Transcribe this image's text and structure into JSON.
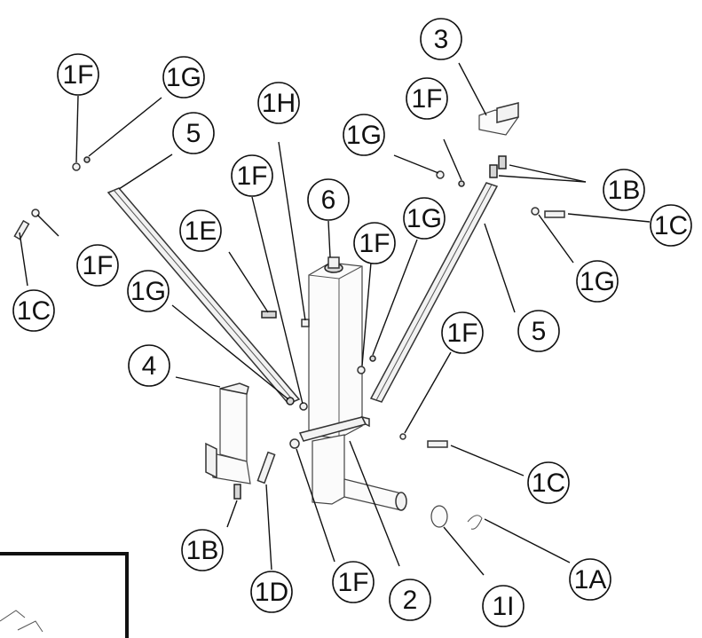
{
  "callouts": [
    {
      "label": "1F"
    },
    {
      "label": "1G"
    },
    {
      "label": "5"
    },
    {
      "label": "1H"
    },
    {
      "label": "1F"
    },
    {
      "label": "6"
    },
    {
      "label": "3"
    },
    {
      "label": "1F"
    },
    {
      "label": "1G"
    },
    {
      "label": "1B"
    },
    {
      "label": "1C"
    },
    {
      "label": "1E"
    },
    {
      "label": "1F"
    },
    {
      "label": "1G"
    },
    {
      "label": "1F"
    },
    {
      "label": "1G"
    },
    {
      "label": "1F"
    },
    {
      "label": "1C"
    },
    {
      "label": "1G"
    },
    {
      "label": "5"
    },
    {
      "label": "1F"
    },
    {
      "label": "4"
    },
    {
      "label": "1C"
    },
    {
      "label": "1B"
    },
    {
      "label": "1D"
    },
    {
      "label": "1F"
    },
    {
      "label": "2"
    },
    {
      "label": "1I"
    },
    {
      "label": "1A"
    }
  ]
}
